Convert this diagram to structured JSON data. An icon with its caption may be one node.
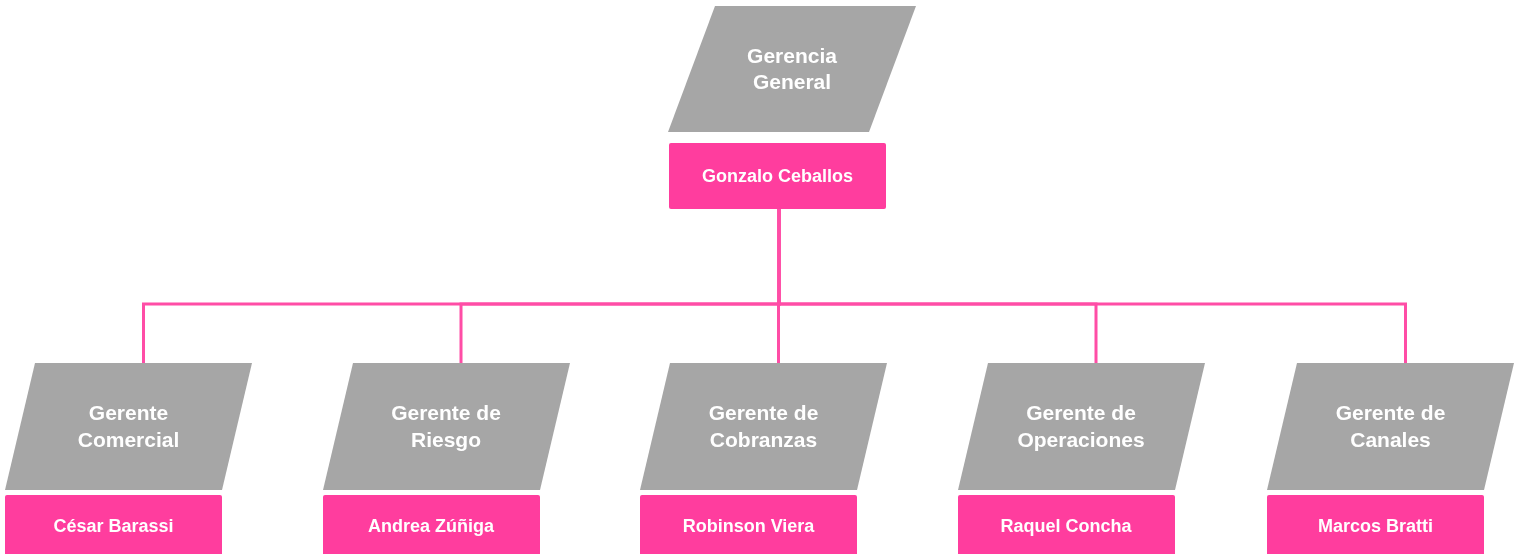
{
  "diagram": {
    "nodes": [
      {
        "text": [
          "Gerencia General"
        ]
      },
      {
        "text": [
          "Gonzalo Ceballos"
        ]
      },
      {
        "text": [
          "Gerente Comercial"
        ]
      },
      {
        "text": [
          "César Barassi"
        ]
      },
      {
        "text": [
          "Gerente de Riesgo"
        ]
      },
      {
        "text": [
          "Andrea Zúñiga"
        ]
      },
      {
        "text": [
          "Gerente de Cobranzas"
        ]
      },
      {
        "text": [
          "Robinson Viera"
        ]
      },
      {
        "text": [
          "Gerente de Operaciones"
        ]
      },
      {
        "text": [
          "Raquel Concha"
        ]
      },
      {
        "text": [
          "Gerente de Canales"
        ]
      },
      {
        "text": [
          "Marcos Bratti"
        ]
      }
    ],
    "edges": [
      {
        "from": 1,
        "to": 2,
        "arrow": "none"
      },
      {
        "from": 1,
        "to": 4,
        "arrow": "none"
      },
      {
        "from": 1,
        "to": 6,
        "arrow": "none"
      },
      {
        "from": 1,
        "to": 8,
        "arrow": "none"
      },
      {
        "from": 1,
        "to": 10,
        "arrow": "none"
      }
    ]
  }
}
